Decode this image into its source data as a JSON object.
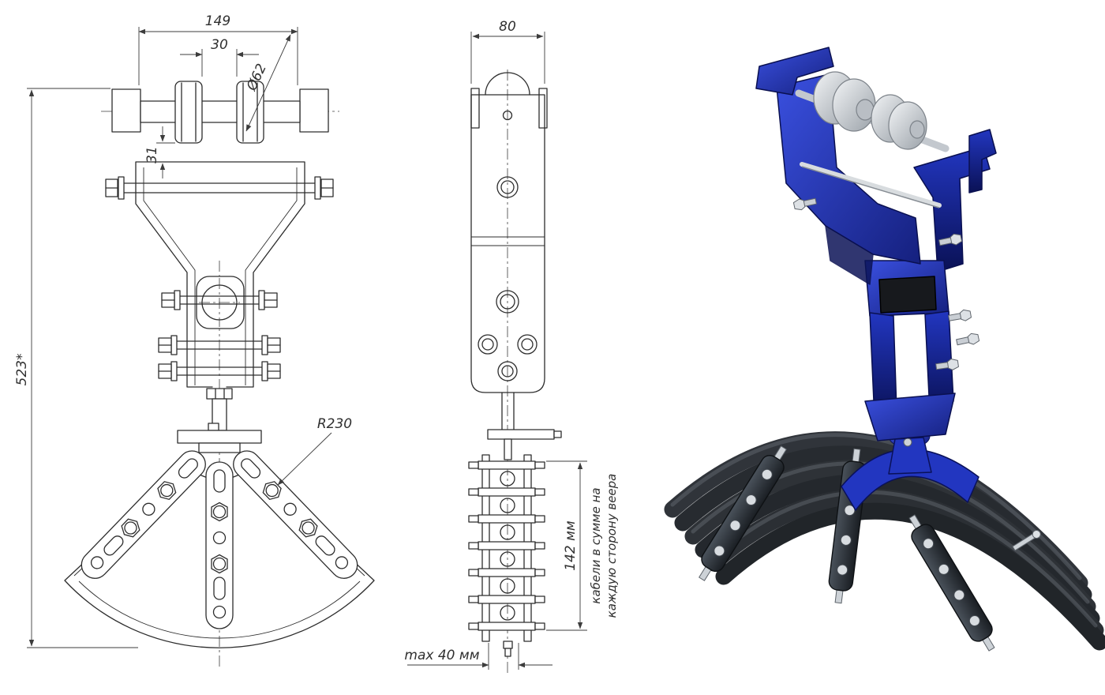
{
  "front_view": {
    "dims": {
      "top_width": "149",
      "roller_gap": "30",
      "roller_diameter": "Ø62",
      "roller_offset": "31",
      "overall_height": "523*",
      "fan_radius": "R230"
    }
  },
  "side_view": {
    "dims": {
      "top_width": "80",
      "clamp_height": "142 мм",
      "max_bundle_width": "max 40 мм"
    },
    "note": {
      "line1": "кабели в сумме на",
      "line2": "каждую сторону веера"
    }
  },
  "colors": {
    "line": "#2d2d2d",
    "dimension": "#3c3c3c",
    "bracket_blue": "#2236c0",
    "bracket_blue_light": "#3a50e0",
    "bracket_blue_dark": "#101a6e",
    "metal_light": "#e9ebee",
    "metal_mid": "#9aa1a8",
    "cable_dark": "#23272c",
    "strap_dark": "#2b3036",
    "background": "#ffffff"
  }
}
